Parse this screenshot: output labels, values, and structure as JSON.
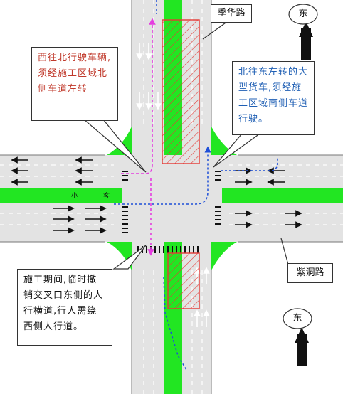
{
  "roads": {
    "north_south_name": "季华路",
    "east_west_name": "紫洞路"
  },
  "compass": {
    "label_top": "东",
    "label_bottom": "东"
  },
  "callouts": {
    "west_to_north": "西往北行驶车辆,须经施工区域北侧车道左转",
    "north_to_east": "北往东左转的大型货车,须经施工区域南侧车道行驶。",
    "pedestrian": "施工期间,临时撤销交叉口东侧的人行横道,行人需绕西侧人行道。"
  },
  "lane_markings": {
    "west_arrow_text_1": "小",
    "west_arrow_text_2": "客"
  },
  "colors": {
    "road": "#e3e3e3",
    "median": "#22e622",
    "construction": "#e53935",
    "route_magenta": "#e53ee0",
    "route_blue": "#1e4fd8"
  }
}
